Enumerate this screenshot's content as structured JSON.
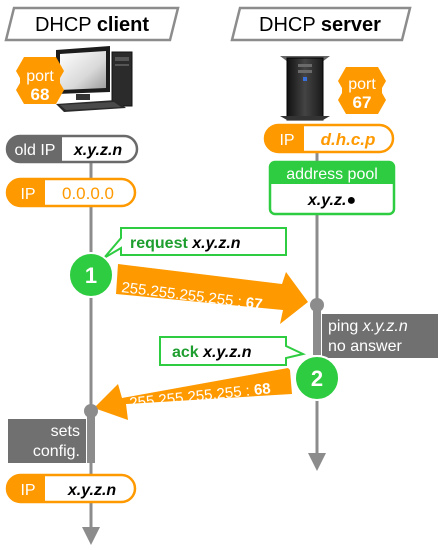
{
  "client": {
    "title_prefix": "DHCP ",
    "title_bold": "client",
    "port_label": "port",
    "port_number": "68",
    "old_ip_label": "old IP",
    "old_ip_value": "x.y.z.n",
    "ip_label": "IP",
    "ip_initial": "0.0.0.0",
    "sets_config_line1": "sets",
    "sets_config_line2": "config.",
    "final_ip_label": "IP",
    "final_ip_value": "x.y.z.n"
  },
  "server": {
    "title_prefix": "DHCP ",
    "title_bold": "server",
    "port_label": "port",
    "port_number": "67",
    "ip_label": "IP",
    "ip_value": "d.h.c.p",
    "pool_label": "address pool",
    "pool_value": "x.y.z.",
    "pool_marker": "●",
    "ping_prefix": "ping ",
    "ping_address": "x.y.z.n",
    "ping_result": "no answer"
  },
  "messages": {
    "request": {
      "step": "1",
      "word": "request",
      "address": "x.y.z.n",
      "dest": "255.255.255.255",
      "sep": " : ",
      "port": "67"
    },
    "ack": {
      "step": "2",
      "word": "ack",
      "address": "x.y.z.n",
      "dest": "255.255.255.255",
      "sep": " : ",
      "port": "68"
    }
  },
  "colors": {
    "orange": "#ff9900",
    "green": "#2ecc40",
    "dark_green": "#1e9e2e",
    "gray_box": "#707070",
    "timeline": "#8c8c8c",
    "label_gray": "#5a5a5a"
  }
}
